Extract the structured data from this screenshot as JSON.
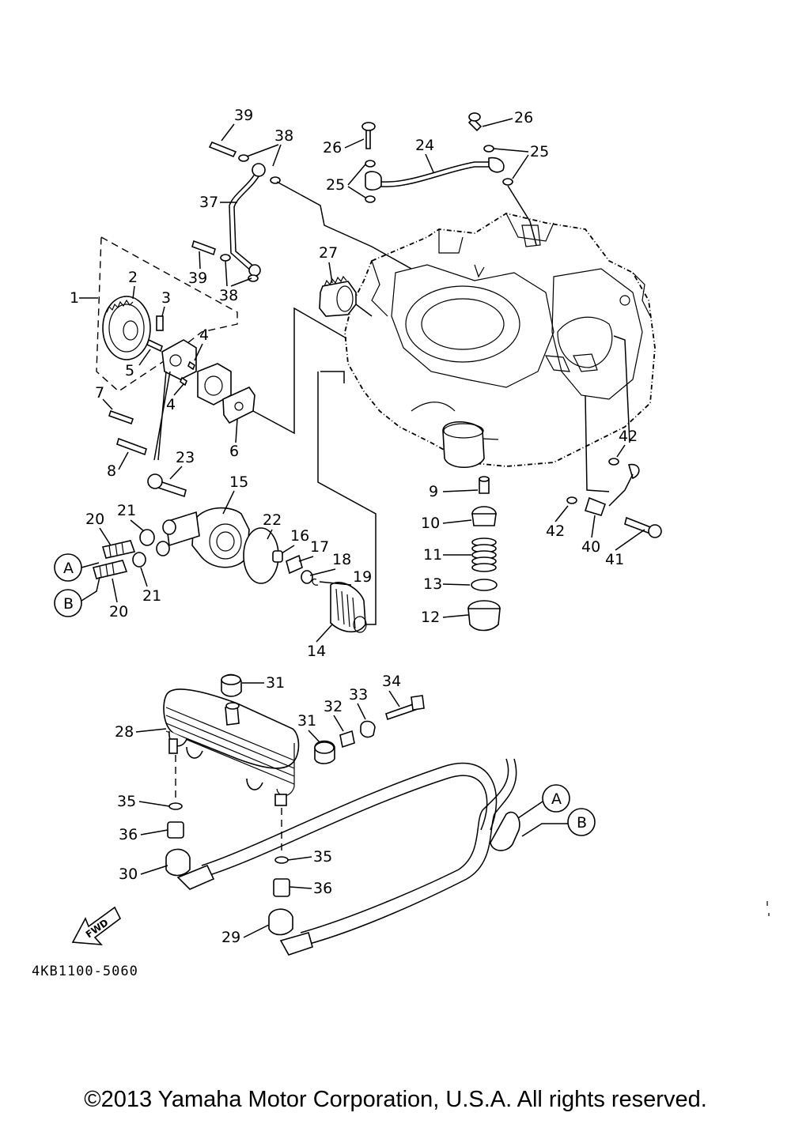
{
  "diagram": {
    "drawing_code": "4KB1100-5060",
    "direction_arrow": "FWD",
    "connectors": [
      "A",
      "B"
    ],
    "callouts": [
      "1",
      "2",
      "3",
      "4",
      "5",
      "6",
      "7",
      "8",
      "9",
      "10",
      "11",
      "12",
      "13",
      "14",
      "15",
      "16",
      "17",
      "18",
      "19",
      "20",
      "21",
      "22",
      "23",
      "24",
      "25",
      "26",
      "27",
      "28",
      "29",
      "30",
      "31",
      "32",
      "33",
      "34",
      "35",
      "36",
      "37",
      "38",
      "39",
      "40",
      "41",
      "42"
    ]
  },
  "footer": {
    "copyright": "©2013 Yamaha Motor Corporation, U.S.A. All rights reserved."
  }
}
